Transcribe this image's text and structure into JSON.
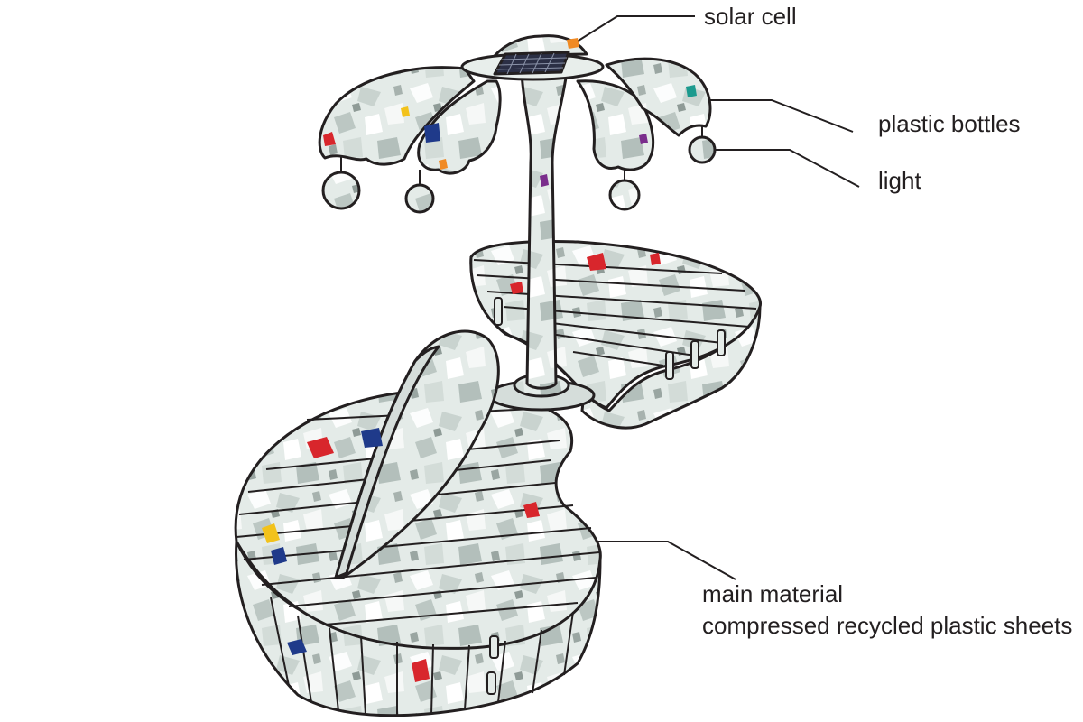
{
  "labels": {
    "solar_cell": "solar cell",
    "plastic_bottles": "plastic bottles",
    "light": "light",
    "main_material_line1": "main material",
    "main_material_line2": "compressed recycled plastic sheets"
  },
  "colors": {
    "outline": "#231f20",
    "fill_plastic": "#e4ebe8",
    "fill_shade": "#cfd8d4",
    "panel": "#2b2f45",
    "accent_red": "#d8262c",
    "accent_blue": "#1f3a8a",
    "accent_yellow": "#f2c21b",
    "accent_orange": "#f08a24",
    "accent_purple": "#7a2d8c",
    "accent_teal": "#1c9a8e"
  }
}
